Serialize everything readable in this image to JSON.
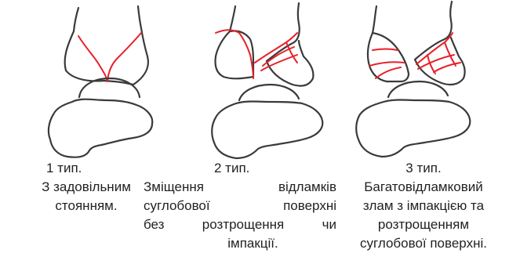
{
  "panels": [
    {
      "type_label": "1 тип.",
      "desc_lines": [
        "З задовільним",
        "стоянням."
      ]
    },
    {
      "type_label": "2 тип.",
      "desc_lines": [
        "Зміщення відламків",
        "суглобової поверхні",
        "без розтрощення чи",
        "імпакції."
      ]
    },
    {
      "type_label": "3 тип.",
      "desc_lines": [
        "Багатовідламковий",
        "злам з імпакцією та",
        "розтрощенням",
        "суглобової поверхні."
      ]
    }
  ],
  "colors": {
    "bone_outline": "#3a3a3a",
    "fracture_line": "#e8202a",
    "text": "#231f20"
  }
}
